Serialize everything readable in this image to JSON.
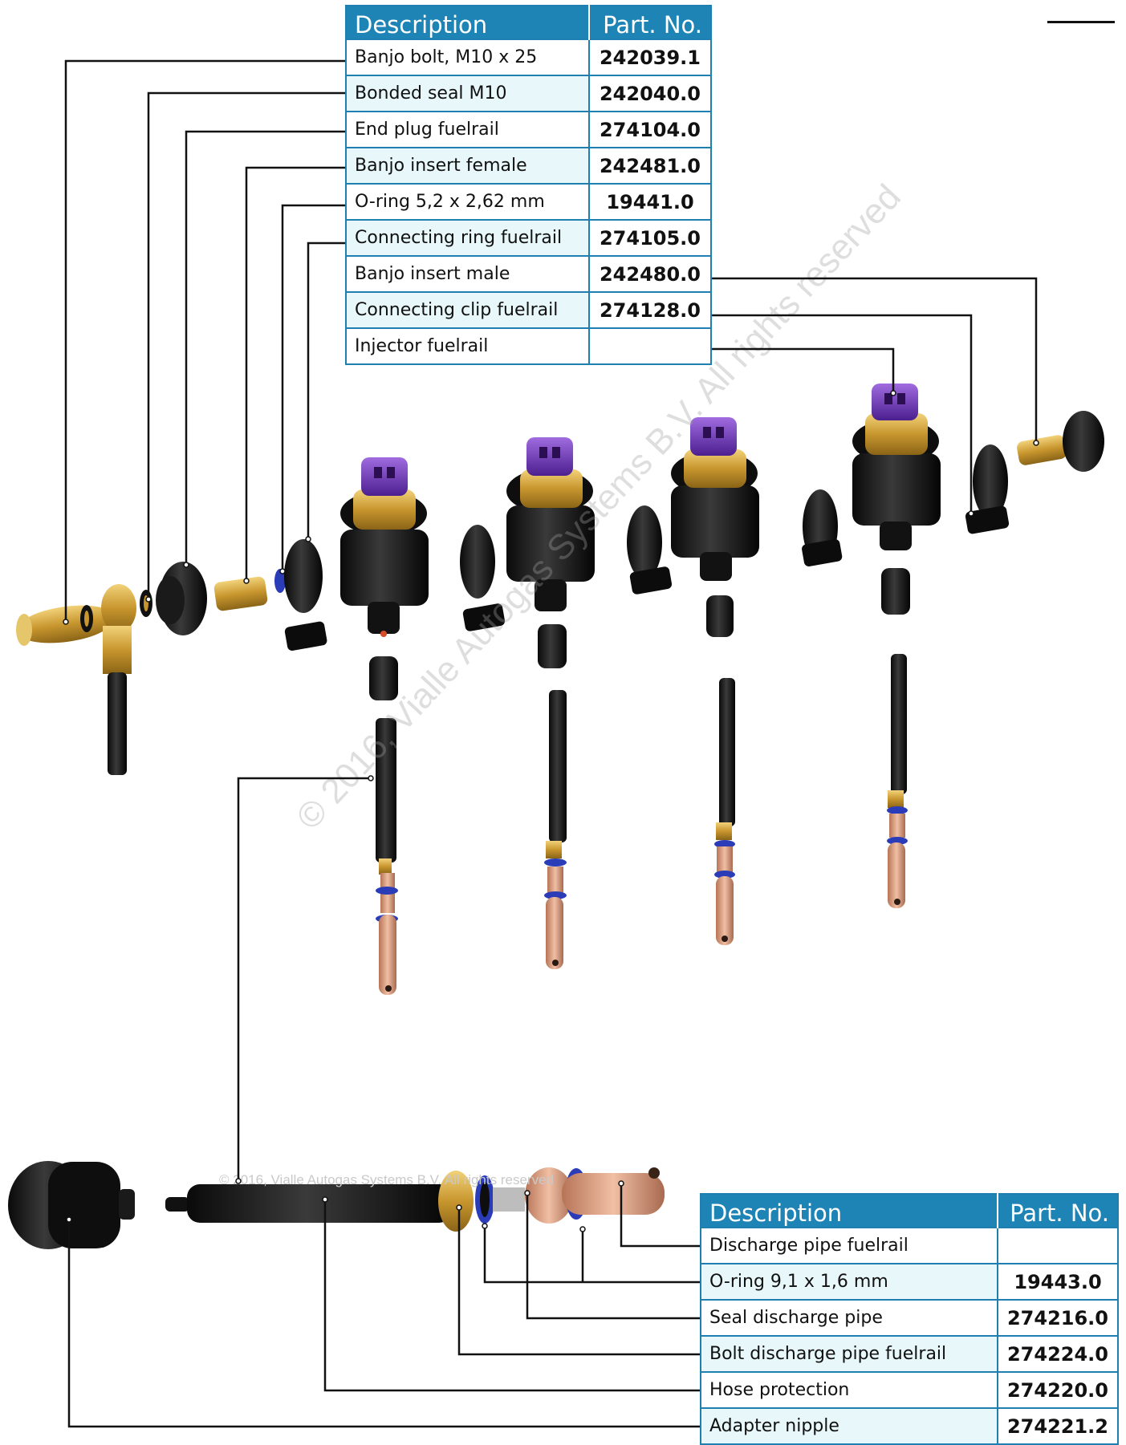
{
  "top_table": {
    "headers": {
      "description": "Description",
      "part_no": "Part. No."
    },
    "rows": [
      {
        "description": "Banjo bolt, M10 x 25",
        "part_no": "242039.1"
      },
      {
        "description": "Bonded seal M10",
        "part_no": "242040.0"
      },
      {
        "description": "End plug fuelrail",
        "part_no": "274104.0"
      },
      {
        "description": "Banjo insert female",
        "part_no": "242481.0"
      },
      {
        "description": "O-ring 5,2 x 2,62 mm",
        "part_no": "19441.0"
      },
      {
        "description": "Connecting ring fuelrail",
        "part_no": "274105.0"
      },
      {
        "description": "Banjo insert male",
        "part_no": "242480.0"
      },
      {
        "description": "Connecting clip fuelrail",
        "part_no": "274128.0"
      },
      {
        "description": "Injector fuelrail",
        "part_no": ""
      }
    ]
  },
  "bottom_table": {
    "headers": {
      "description": "Description",
      "part_no": "Part. No."
    },
    "rows": [
      {
        "description": "Discharge pipe fuelrail",
        "part_no": ""
      },
      {
        "description": "O-ring 9,1 x 1,6 mm",
        "part_no": "19443.0"
      },
      {
        "description": "Seal discharge pipe",
        "part_no": "274216.0"
      },
      {
        "description": "Bolt discharge pipe fuelrail",
        "part_no": "274224.0"
      },
      {
        "description": "Hose protection",
        "part_no": "274220.0"
      },
      {
        "description": "Adapter nipple",
        "part_no": "274221.2"
      }
    ]
  },
  "watermark": "© 2016, Vialle Autogas Systems B.V. All rights reserved",
  "hose_print": "© 2016, Vialle Autogas Systems B.V. All rights reserved",
  "colors": {
    "header_bg": "#1d84b5",
    "alt_row_bg": "#e7f7fa",
    "injector_cap": "#6a2fb5",
    "brass": "#d4a43a",
    "copper": "#d9987a",
    "o_ring": "#2a3cb8"
  }
}
